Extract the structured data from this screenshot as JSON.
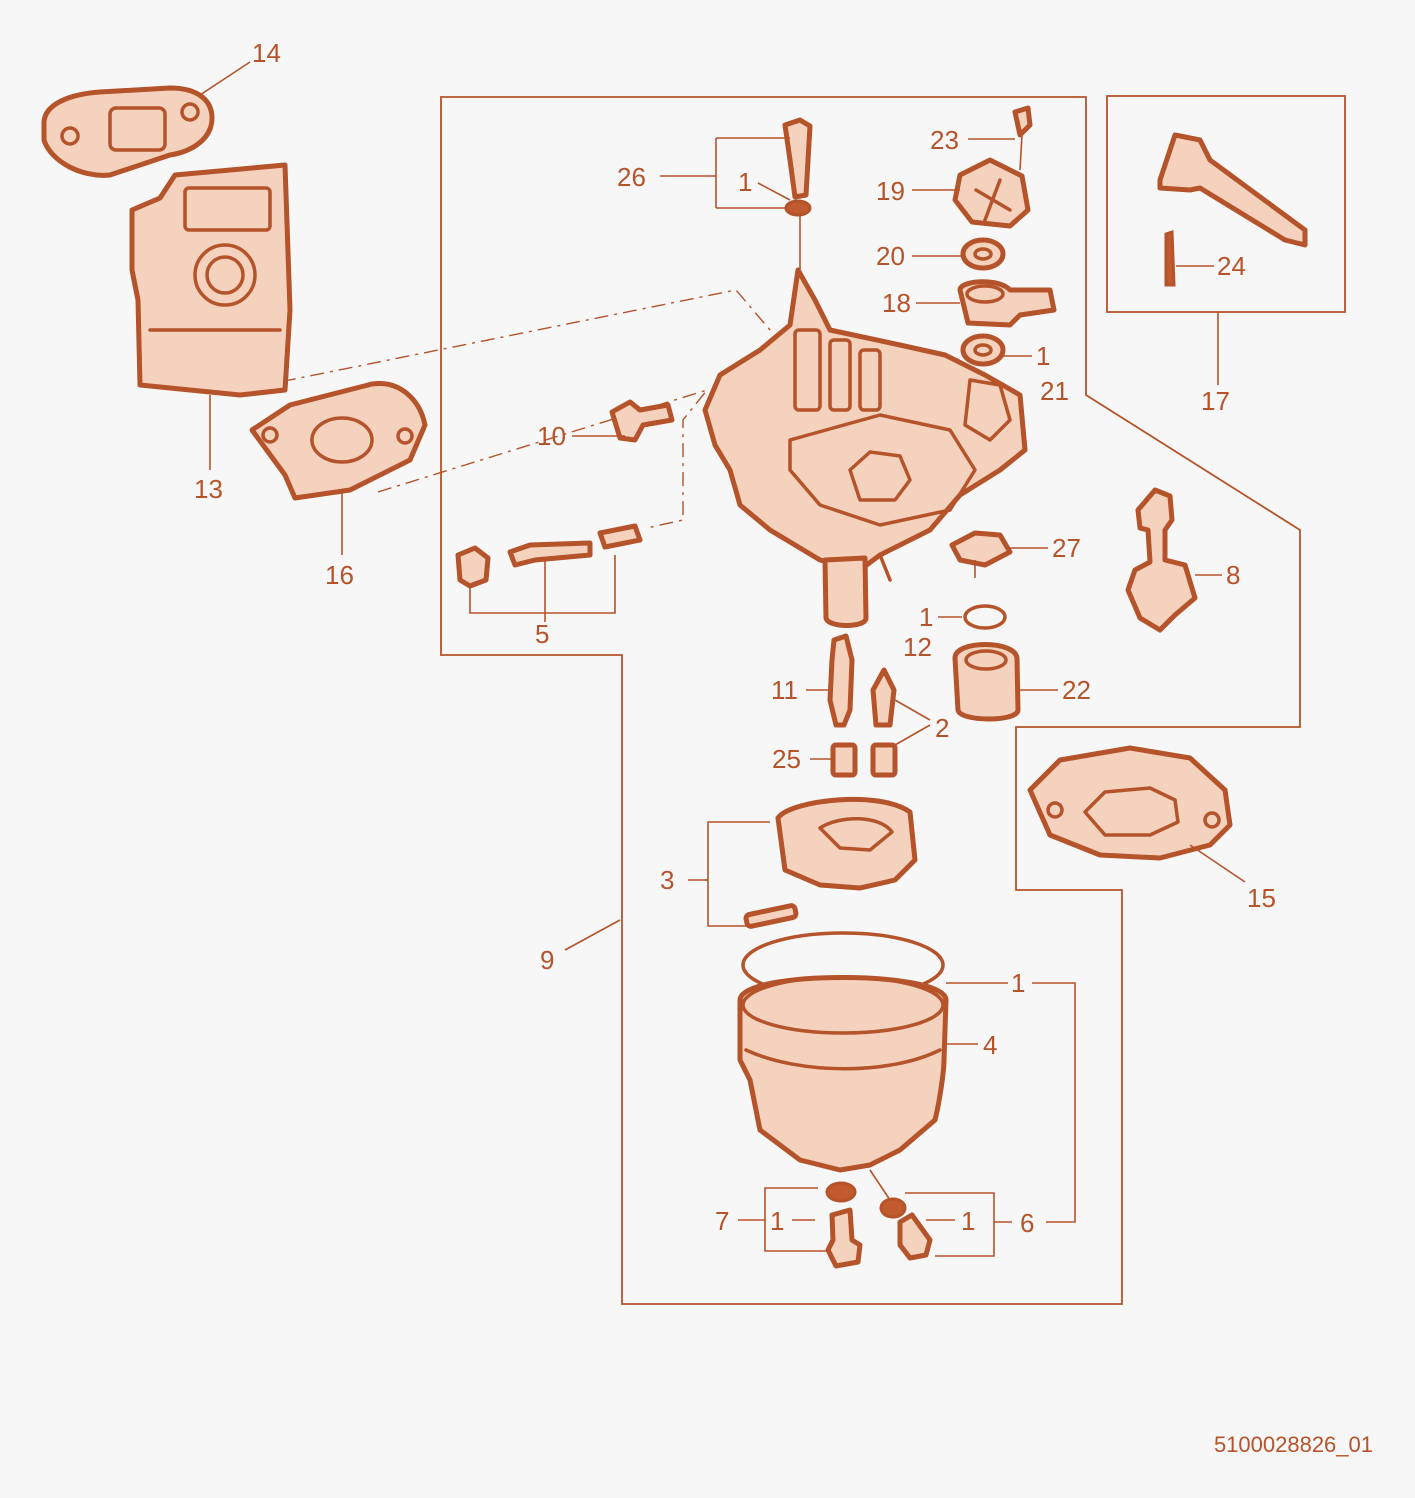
{
  "document_code": "5100028826_01",
  "colors": {
    "line": "#b5532a",
    "background": "#f7f7f7"
  },
  "callouts": [
    {
      "id": "14",
      "text": "14"
    },
    {
      "id": "13",
      "text": "13"
    },
    {
      "id": "16",
      "text": "16"
    },
    {
      "id": "26",
      "text": "26"
    },
    {
      "id": "1a",
      "text": "1"
    },
    {
      "id": "23",
      "text": "23"
    },
    {
      "id": "19",
      "text": "19"
    },
    {
      "id": "20",
      "text": "20"
    },
    {
      "id": "18",
      "text": "18"
    },
    {
      "id": "1b",
      "text": "1"
    },
    {
      "id": "21",
      "text": "21"
    },
    {
      "id": "17",
      "text": "17"
    },
    {
      "id": "24",
      "text": "24"
    },
    {
      "id": "10",
      "text": "10"
    },
    {
      "id": "5",
      "text": "5"
    },
    {
      "id": "27",
      "text": "27"
    },
    {
      "id": "8",
      "text": "8"
    },
    {
      "id": "1c",
      "text": "1"
    },
    {
      "id": "12",
      "text": "12"
    },
    {
      "id": "22",
      "text": "22"
    },
    {
      "id": "11",
      "text": "11"
    },
    {
      "id": "2",
      "text": "2"
    },
    {
      "id": "25",
      "text": "25"
    },
    {
      "id": "15",
      "text": "15"
    },
    {
      "id": "3",
      "text": "3"
    },
    {
      "id": "9",
      "text": "9"
    },
    {
      "id": "1d",
      "text": "1"
    },
    {
      "id": "4",
      "text": "4"
    },
    {
      "id": "7",
      "text": "7"
    },
    {
      "id": "1e",
      "text": "1"
    },
    {
      "id": "1f",
      "text": "1"
    },
    {
      "id": "6",
      "text": "6"
    }
  ]
}
